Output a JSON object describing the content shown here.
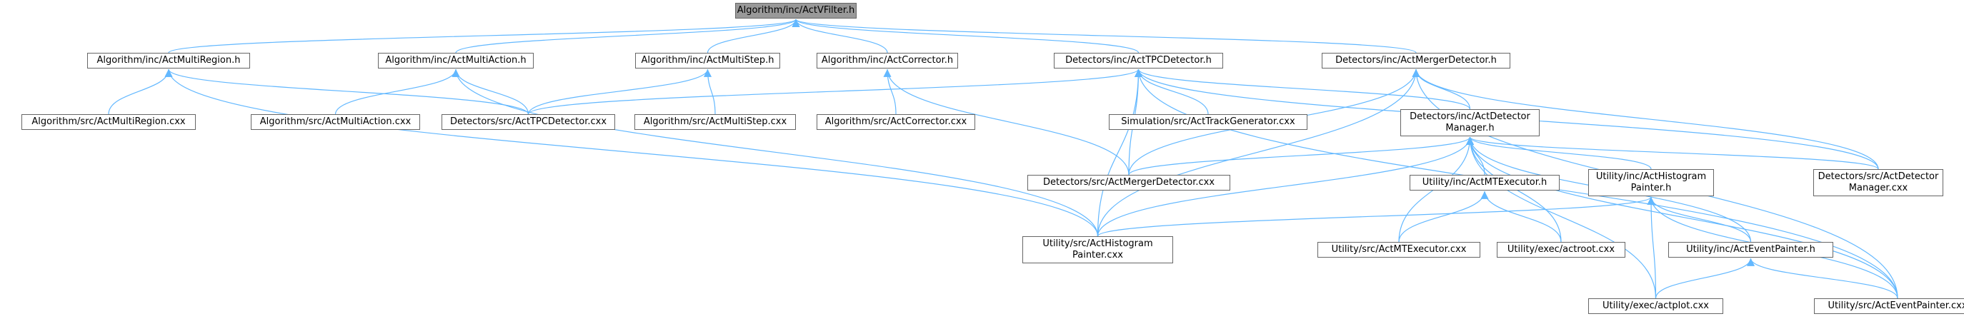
{
  "colors": {
    "edge": "#63b8ff",
    "node_border": "#666666",
    "root_fill": "#999999"
  },
  "nodes": [
    {
      "id": "root",
      "label": "Algorithm/inc/ActVFilter.h",
      "root": true
    },
    {
      "id": "mr_h",
      "label": "Algorithm/inc/ActMultiRegion.h"
    },
    {
      "id": "ma_h",
      "label": "Algorithm/inc/ActMultiAction.h"
    },
    {
      "id": "ms_h",
      "label": "Algorithm/inc/ActMultiStep.h"
    },
    {
      "id": "co_h",
      "label": "Algorithm/inc/ActCorrector.h"
    },
    {
      "id": "tpc_h",
      "label": "Detectors/inc/ActTPCDetector.h"
    },
    {
      "id": "mg_h",
      "label": "Detectors/inc/ActMergerDetector.h"
    },
    {
      "id": "mr_cxx",
      "label": "Algorithm/src/ActMultiRegion.cxx"
    },
    {
      "id": "ma_cxx",
      "label": "Algorithm/src/ActMultiAction.cxx"
    },
    {
      "id": "tpc_cxx",
      "label": "Detectors/src/ActTPCDetector.cxx"
    },
    {
      "id": "ms_cxx",
      "label": "Algorithm/src/ActMultiStep.cxx"
    },
    {
      "id": "co_cxx",
      "label": "Algorithm/src/ActCorrector.cxx"
    },
    {
      "id": "tg_cxx",
      "label": "Simulation/src/ActTrackGenerator.cxx"
    },
    {
      "id": "dm_h",
      "label": "Detectors/inc/ActDetector\nManager.h"
    },
    {
      "id": "mg_cxx",
      "label": "Detectors/src/ActMergerDetector.cxx"
    },
    {
      "id": "mte_h",
      "label": "Utility/inc/ActMTExecutor.h"
    },
    {
      "id": "hp_h",
      "label": "Utility/inc/ActHistogram\nPainter.h"
    },
    {
      "id": "dm_cxx",
      "label": "Detectors/src/ActDetector\nManager.cxx"
    },
    {
      "id": "hp_cxx",
      "label": "Utility/src/ActHistogram\nPainter.cxx"
    },
    {
      "id": "mte_cxx",
      "label": "Utility/src/ActMTExecutor.cxx"
    },
    {
      "id": "actroot",
      "label": "Utility/exec/actroot.cxx"
    },
    {
      "id": "ep_h",
      "label": "Utility/inc/ActEventPainter.h"
    },
    {
      "id": "actplot",
      "label": "Utility/exec/actplot.cxx"
    },
    {
      "id": "ep_cxx",
      "label": "Utility/src/ActEventPainter.cxx"
    }
  ],
  "edges": [
    [
      "mr_h",
      "root"
    ],
    [
      "ma_h",
      "root"
    ],
    [
      "ms_h",
      "root"
    ],
    [
      "co_h",
      "root"
    ],
    [
      "tpc_h",
      "root"
    ],
    [
      "mg_h",
      "root"
    ],
    [
      "mr_cxx",
      "mr_h"
    ],
    [
      "tpc_cxx",
      "mr_h"
    ],
    [
      "hp_cxx",
      "mr_h"
    ],
    [
      "ma_cxx",
      "ma_h"
    ],
    [
      "tpc_cxx",
      "ma_h"
    ],
    [
      "hp_cxx",
      "ma_h"
    ],
    [
      "tpc_cxx",
      "ms_h"
    ],
    [
      "ms_cxx",
      "ms_h"
    ],
    [
      "co_cxx",
      "co_h"
    ],
    [
      "mg_cxx",
      "co_h"
    ],
    [
      "tpc_cxx",
      "tpc_h"
    ],
    [
      "tg_cxx",
      "tpc_h"
    ],
    [
      "dm_h",
      "tpc_h"
    ],
    [
      "mg_cxx",
      "tpc_h"
    ],
    [
      "hp_cxx",
      "tpc_h"
    ],
    [
      "dm_cxx",
      "tpc_h"
    ],
    [
      "ep_cxx",
      "tpc_h"
    ],
    [
      "dm_h",
      "mg_h"
    ],
    [
      "mg_cxx",
      "mg_h"
    ],
    [
      "hp_cxx",
      "mg_h"
    ],
    [
      "dm_cxx",
      "mg_h"
    ],
    [
      "ep_cxx",
      "mg_h"
    ],
    [
      "mg_cxx",
      "dm_h"
    ],
    [
      "mte_h",
      "dm_h"
    ],
    [
      "hp_h",
      "dm_h"
    ],
    [
      "dm_cxx",
      "dm_h"
    ],
    [
      "hp_cxx",
      "dm_h"
    ],
    [
      "mte_cxx",
      "dm_h"
    ],
    [
      "actroot",
      "dm_h"
    ],
    [
      "ep_h",
      "dm_h"
    ],
    [
      "actplot",
      "dm_h"
    ],
    [
      "ep_cxx",
      "dm_h"
    ],
    [
      "mte_cxx",
      "mte_h"
    ],
    [
      "actroot",
      "mte_h"
    ],
    [
      "hp_cxx",
      "hp_h"
    ],
    [
      "ep_h",
      "hp_h"
    ],
    [
      "actplot",
      "hp_h"
    ],
    [
      "ep_cxx",
      "hp_h"
    ],
    [
      "actplot",
      "ep_h"
    ],
    [
      "ep_cxx",
      "ep_h"
    ]
  ]
}
